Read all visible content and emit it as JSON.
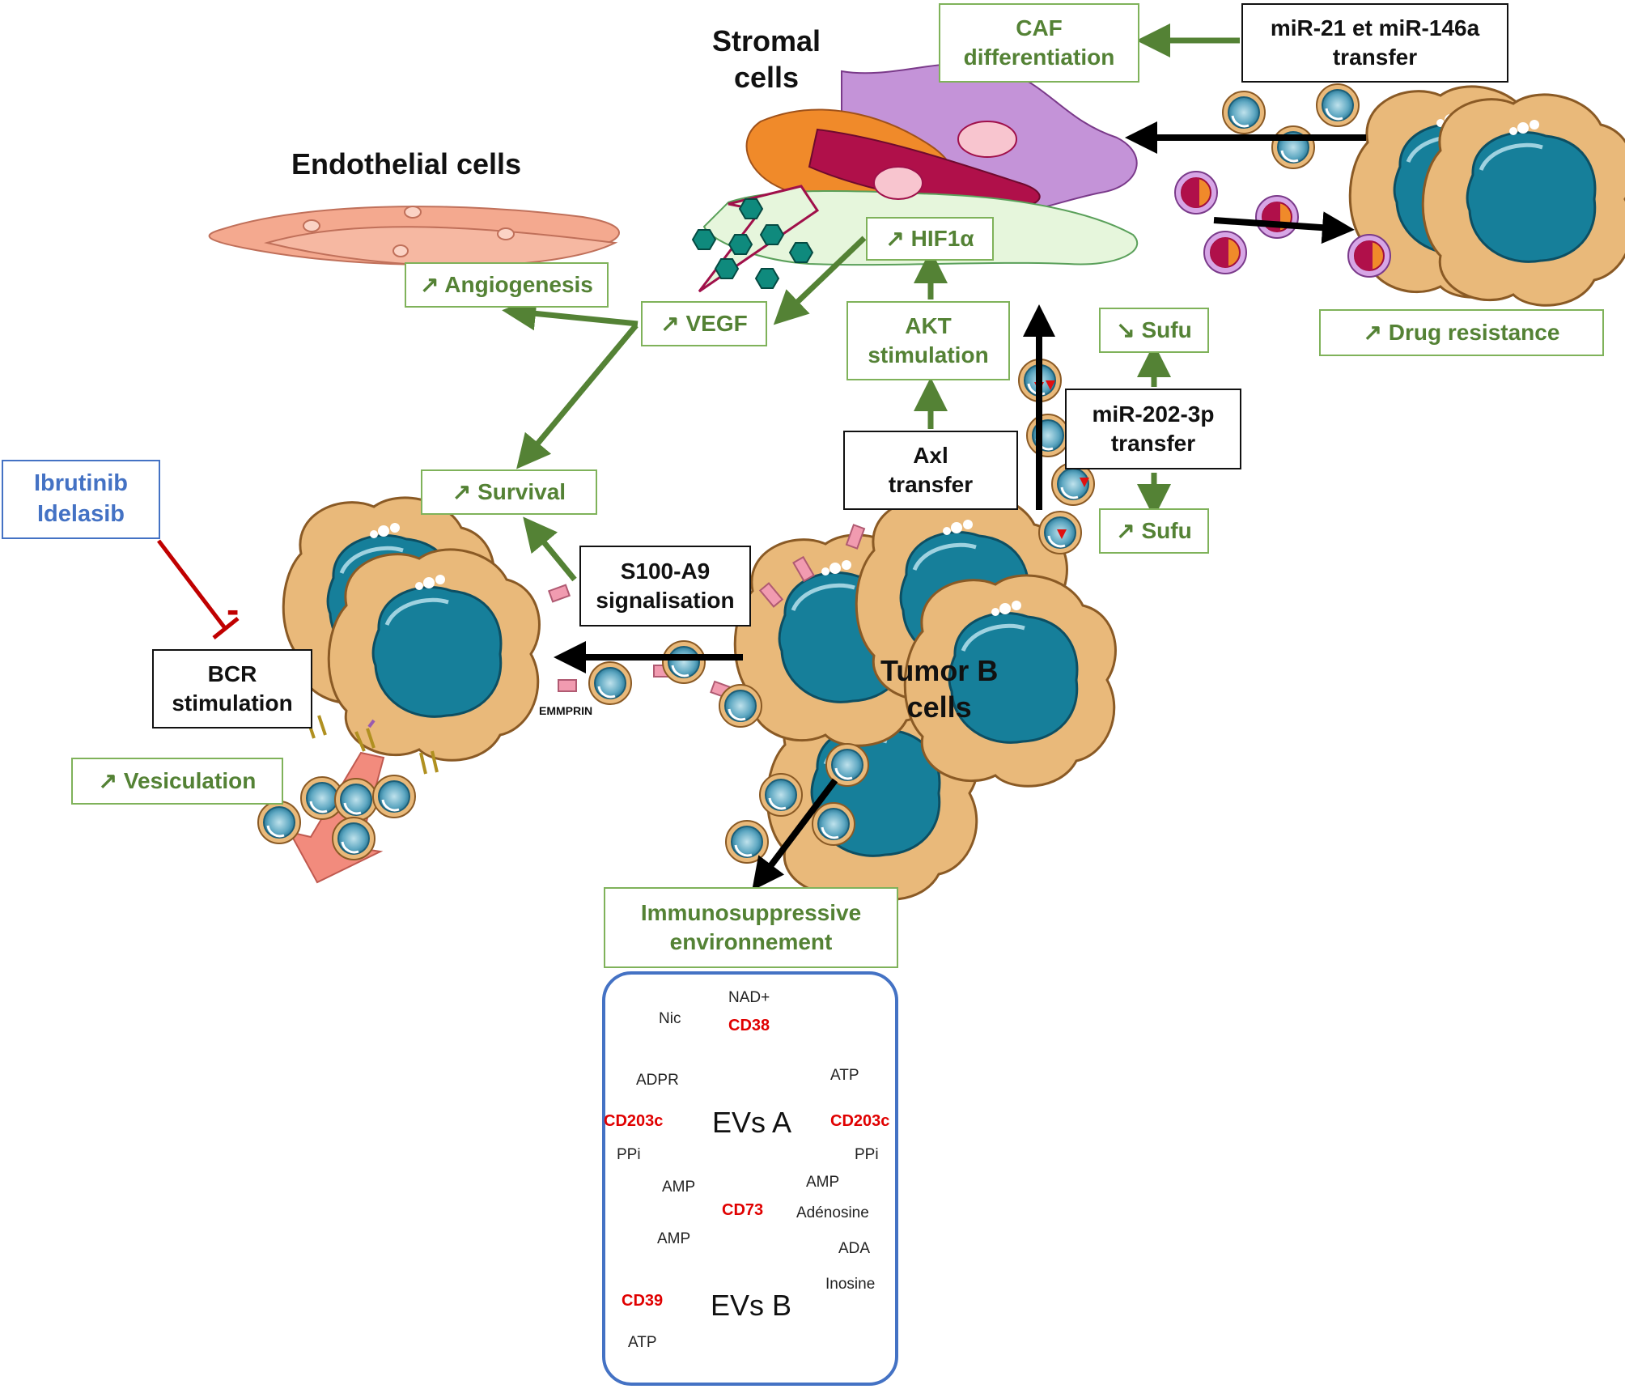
{
  "colors": {
    "green": "#548235",
    "blue": "#4472c4",
    "red": "#c00000",
    "cd_red": "#e00000",
    "cell": "#e9b97a",
    "nucleus": "#167f9a"
  },
  "labels": {
    "stromal": "Stromal\ncells",
    "endothelial": "Endothelial cells",
    "tumor": "Tumor B\ncells",
    "emmprin": "EMMPRIN"
  },
  "boxes": {
    "caf": "CAF\ndifferentiation",
    "mir21": "miR-21 et miR-146a\ntransfer",
    "hif": "↗ HIF1α",
    "angio": "↗ Angiogenesis",
    "vegf": "↗ VEGF",
    "akt": "AKT\nstimulation",
    "sufu_down": "↘ Sufu",
    "drug": "↗  Drug resistance",
    "mir202": "miR-202-3p\ntransfer",
    "axl": "Axl\ntransfer",
    "sufu_up": "↗ Sufu",
    "survival": "↗ Survival",
    "ibrutinib": "Ibrutinib\nIdelasib",
    "s100": "S100-A9\nsignalisation",
    "bcr": "BCR\nstimulation",
    "vesic": "↗ Vesiculation",
    "immuno": "Immunosuppressive\nenvironnement"
  },
  "inhibition": "-",
  "panel": {
    "nad": "NAD+",
    "nic": "Nic",
    "cd38": "CD38",
    "adpr": "ADPR",
    "atp_top": "ATP",
    "cd203c_left": "CD203c",
    "cd203c_right": "CD203c",
    "ppi_left": "PPi",
    "ppi_right": "PPi",
    "amp_left": "AMP",
    "amp_right": "AMP",
    "cd73": "CD73",
    "adenosine": "Adénosine",
    "amp_mid": "AMP",
    "ada": "ADA",
    "inosine": "Inosine",
    "cd39": "CD39",
    "atp_bottom": "ATP",
    "evs_a": "EVs A",
    "evs_b": "EVs B"
  }
}
